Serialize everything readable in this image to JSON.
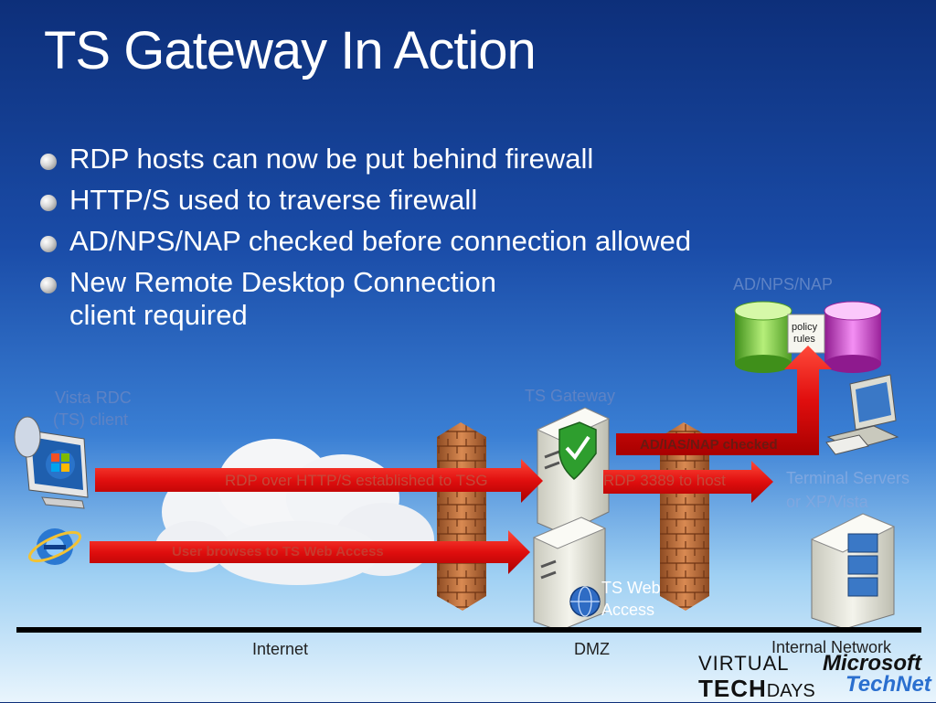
{
  "title": "TS Gateway In Action",
  "bullets": [
    "RDP hosts can now be put behind firewall",
    "HTTP/S used to traverse firewall",
    "AD/NPS/NAP checked before connection allowed",
    "New Remote Desktop Connection",
    "client required"
  ],
  "labels": {
    "ad_nps_nap": "AD/NPS/NAP",
    "policy_rules_1": "policy",
    "policy_rules_2": "rules",
    "vista_rdc_1": "Vista RDC",
    "vista_rdc_2": "(TS) client",
    "ts_gateway": "TS Gateway",
    "terminal_servers_1": "Terminal Servers",
    "terminal_servers_2": "or XP/Vista",
    "ts_web_1": "TS Web",
    "ts_web_2": "Access"
  },
  "arrows": {
    "ad_check": "AD/IAS/NAP checked",
    "rdp_https": "RDP over HTTP/S established to TSG",
    "rdp_3389": "RDP 3389 to host",
    "web_access": "User browses to TS Web Access"
  },
  "zones": {
    "internet": "Internet",
    "dmz": "DMZ",
    "internal": "Internal Network"
  },
  "branding": {
    "virtual": "VIRTUAL",
    "tech": "TECH",
    "days": "DAYS",
    "microsoft": "Microsoft",
    "technet": "TechNet"
  },
  "colors": {
    "arrow_red": "#e01010",
    "firewall": "#b86a3a",
    "cylinder_green": "#7ac943",
    "cylinder_magenta": "#d43fd4"
  }
}
